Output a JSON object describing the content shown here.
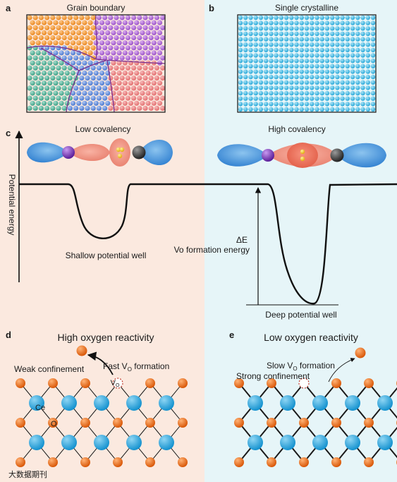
{
  "panels": {
    "a": {
      "letter": "a",
      "title": "Grain boundary"
    },
    "b": {
      "letter": "b",
      "title": "Single crystalline"
    },
    "c": {
      "letter": "c",
      "y_axis_label": "Potential energy",
      "left_title": "Low covalency",
      "right_title": "High covalency",
      "shallow_label": "Shallow potential well",
      "deep_label": "Deep potential well",
      "delta_label": "ΔE",
      "vo_energy_label": "Vo formation energy"
    },
    "d": {
      "letter": "d",
      "title": "High oxygen reactivity",
      "confinement": "Weak confinement",
      "formation_prefix": "Fast V",
      "formation_sub": "O",
      "formation_suffix": " formation",
      "vacancy_prefix": "V",
      "vacancy_sub": "O",
      "ce_label": "Ce",
      "o_label": "O"
    },
    "e": {
      "letter": "e",
      "title": "Low oxygen reactivity",
      "formation_prefix": "Slow V",
      "formation_sub": "O",
      "formation_suffix": " formation",
      "confinement": "Strong confinement"
    }
  },
  "watermark": "大数据期刊",
  "colors": {
    "left_bg": "#fbe9df",
    "right_bg": "#e6f5f8",
    "grain_orange": "#e8861f",
    "grain_purple": "#9a52c6",
    "grain_teal": "#3e9f86",
    "grain_blue": "#4a78cf",
    "grain_red": "#e26e6e",
    "crystal_cyan": "#2aa9d9",
    "ce_blue": "#1fa1dd",
    "o_orange": "#e2640f",
    "lobe_blue": "#3d8fd6",
    "lobe_red": "#ef8a7a",
    "deep_label_blue": "#3a7fc7"
  }
}
